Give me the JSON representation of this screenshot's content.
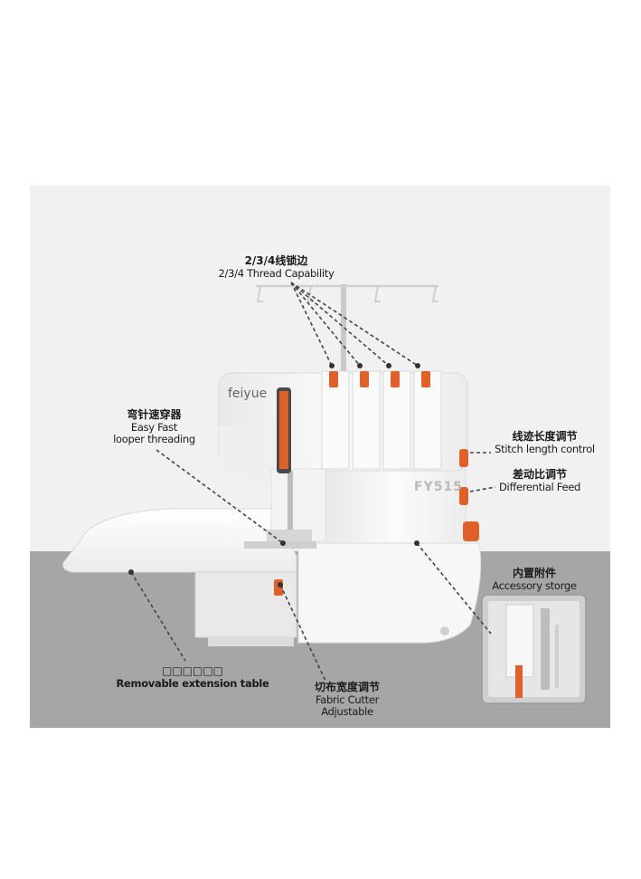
{
  "product": {
    "brand": "feiyue",
    "model": "FY515"
  },
  "callouts": {
    "thread": {
      "zh": "2/3/4线锁边",
      "en": "2/3/4 Thread Capability"
    },
    "looper": {
      "zh": "弯针速穿器",
      "en_line1": "Easy Fast",
      "en_line2": "looper threading"
    },
    "stitch": {
      "zh": "线迹长度调节",
      "en": "Stitch length control"
    },
    "differential": {
      "zh": "差动比调节",
      "en": "Differential Feed"
    },
    "accessory": {
      "zh": "内置附件",
      "en": "Accessory storge"
    },
    "extension": {
      "zh": "□□□□□□",
      "en": "Removable extension table"
    },
    "cutter": {
      "zh": "切布宽度调节",
      "en_line1": "Fabric Cutter",
      "en_line2": "Adjustable"
    }
  },
  "colors": {
    "accent": "#e0602a",
    "body": "#f7f7f7",
    "floor": "#a6a6a6",
    "background": "#f1f1f1"
  }
}
